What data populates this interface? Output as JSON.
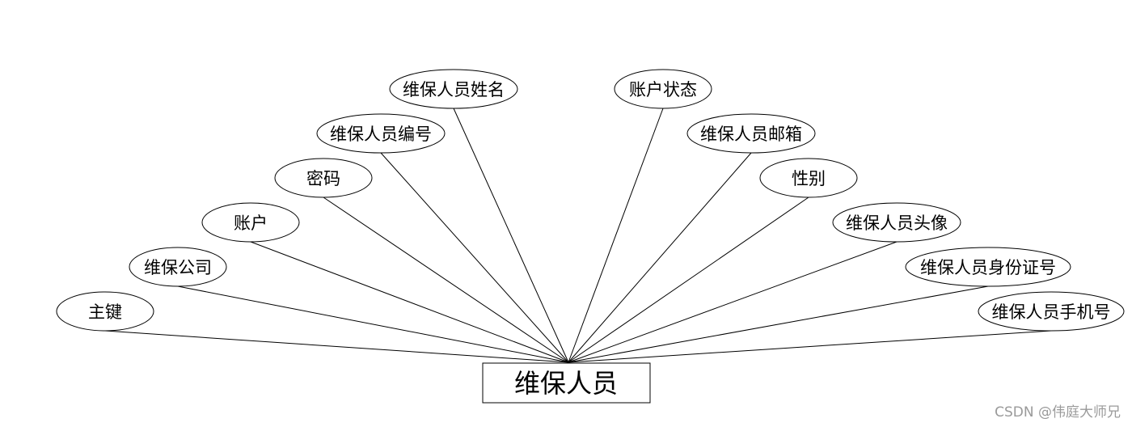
{
  "entity": {
    "name": "维保人员"
  },
  "attributes": [
    {
      "label": "主键"
    },
    {
      "label": "维保公司"
    },
    {
      "label": "账户"
    },
    {
      "label": "密码"
    },
    {
      "label": "维保人员编号"
    },
    {
      "label": "维保人员姓名"
    },
    {
      "label": "账户状态"
    },
    {
      "label": "维保人员邮箱"
    },
    {
      "label": "性别"
    },
    {
      "label": "维保人员头像"
    },
    {
      "label": "维保人员身份证号"
    },
    {
      "label": "维保人员手机号"
    }
  ],
  "watermark": "CSDN @伟庭大师兄"
}
